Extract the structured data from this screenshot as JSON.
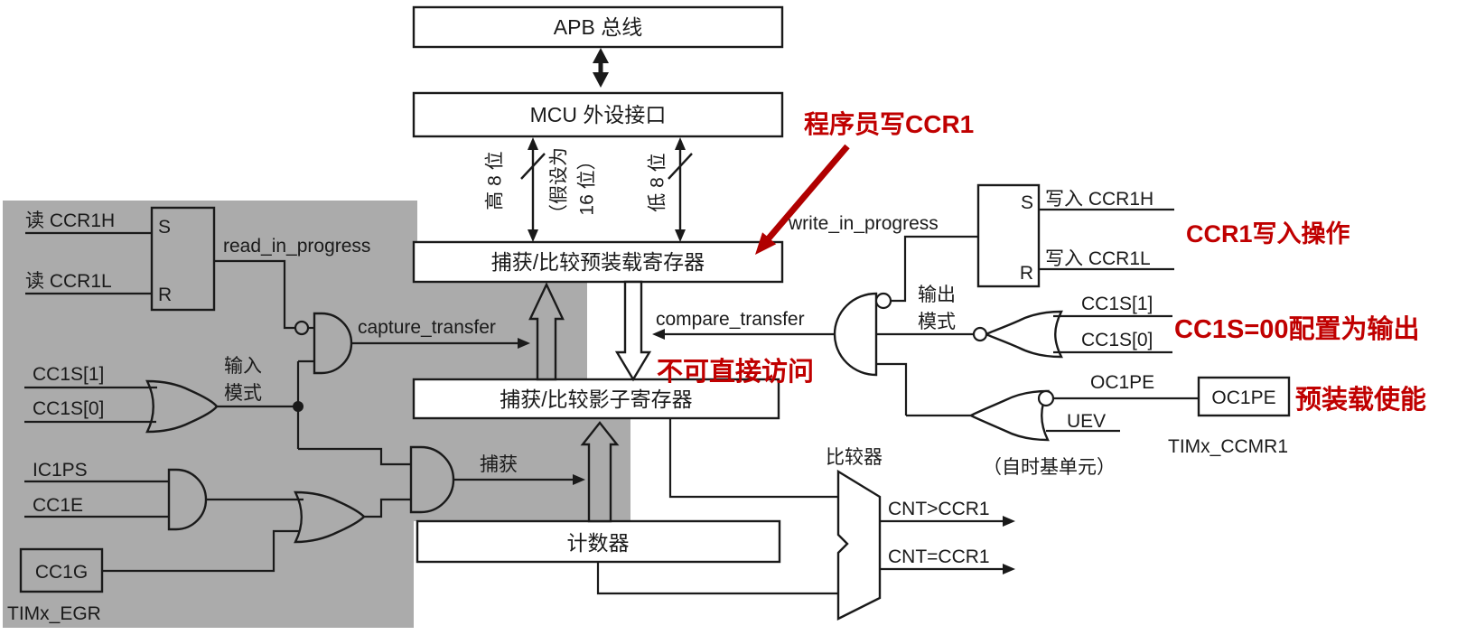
{
  "colors": {
    "gray_region": "#ababab",
    "line": "#1a1a1a",
    "red_text": "#c00000",
    "red_arrow": "#b00000",
    "box_fill": "#ffffff"
  },
  "top": {
    "apb_bus": "APB 总线",
    "mcu_interface": "MCU 外设接口",
    "bus_high": "高 8 位",
    "bus_assume_1": "（假设为",
    "bus_assume_2": "16 位）",
    "bus_low": "低 8 位"
  },
  "registers": {
    "preload": "捕获/比较预装载寄存器",
    "shadow": "捕获/比较影子寄存器",
    "counter": "计数器"
  },
  "input_stage": {
    "read_ccr1h": "读 CCR1H",
    "read_ccr1l": "读 CCR1L",
    "latch_s": "S",
    "latch_r": "R",
    "read_in_progress": "read_in_progress",
    "capture_transfer": "capture_transfer",
    "mode_line1": "输入",
    "mode_line2": "模式",
    "cc1s1": "CC1S[1]",
    "cc1s0": "CC1S[0]",
    "ic1ps": "IC1PS",
    "cc1e": "CC1E",
    "cc1g": "CC1G",
    "timx_egr": "TIMx_EGR",
    "capture": "捕获"
  },
  "output_stage": {
    "write_in_progress": "write_in_progress",
    "latch_s": "S",
    "latch_r": "R",
    "write_ccr1h": "写入 CCR1H",
    "write_ccr1l": "写入 CCR1L",
    "compare_transfer": "compare_transfer",
    "mode_line1": "输出",
    "mode_line2": "模式",
    "cc1s1": "CC1S[1]",
    "cc1s0": "CC1S[0]",
    "oc1pe_signal": "OC1PE",
    "uev": "UEV",
    "self_time_base": "（自时基单元）",
    "oc1pe_box": "OC1PE",
    "timx_ccmr1": "TIMx_CCMR1"
  },
  "comparator": {
    "label": "比较器",
    "cnt_gt": "CNT>CCR1",
    "cnt_eq": "CNT=CCR1"
  },
  "annotations": {
    "programmer_write": "程序员写CCR1",
    "ccr1_write_op": "CCR1写入操作",
    "cc1s_output": "CC1S=00配置为输出",
    "not_accessible": "不可直接访问",
    "preload_enable": "预装载使能"
  }
}
